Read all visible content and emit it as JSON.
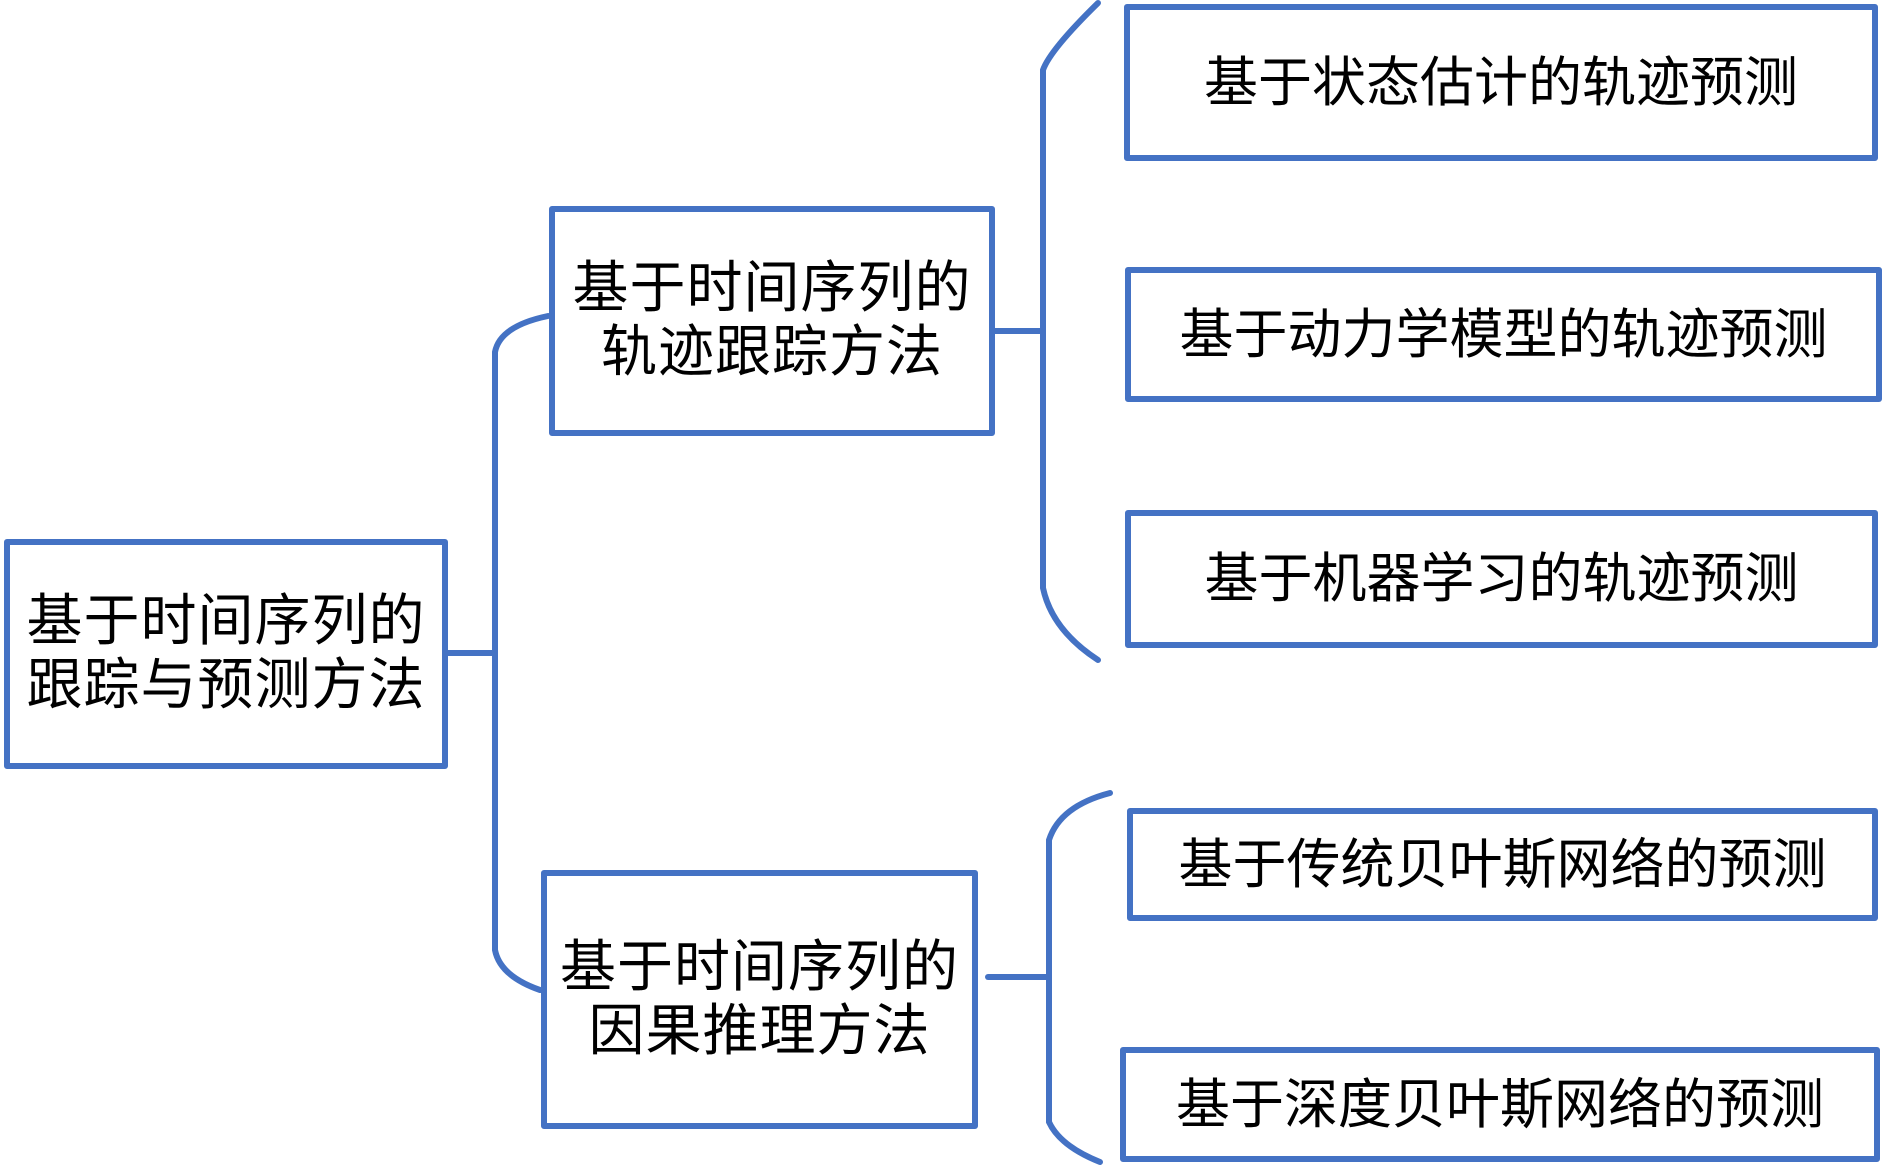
{
  "diagram": {
    "type": "tree",
    "line_color": "#4472C4",
    "root": {
      "line1": "基于时间序列的",
      "line2": "跟踪与预测方法"
    },
    "branches": [
      {
        "line1": "基于时间序列的",
        "line2": "轨迹跟踪方法",
        "children": [
          "基于状态估计的轨迹预测",
          "基于动力学模型的轨迹预测",
          "基于机器学习的轨迹预测"
        ]
      },
      {
        "line1": "基于时间序列的",
        "line2": "因果推理方法",
        "children": [
          "基于传统贝叶斯网络的预测",
          "基于深度贝叶斯网络的预测"
        ]
      }
    ]
  }
}
